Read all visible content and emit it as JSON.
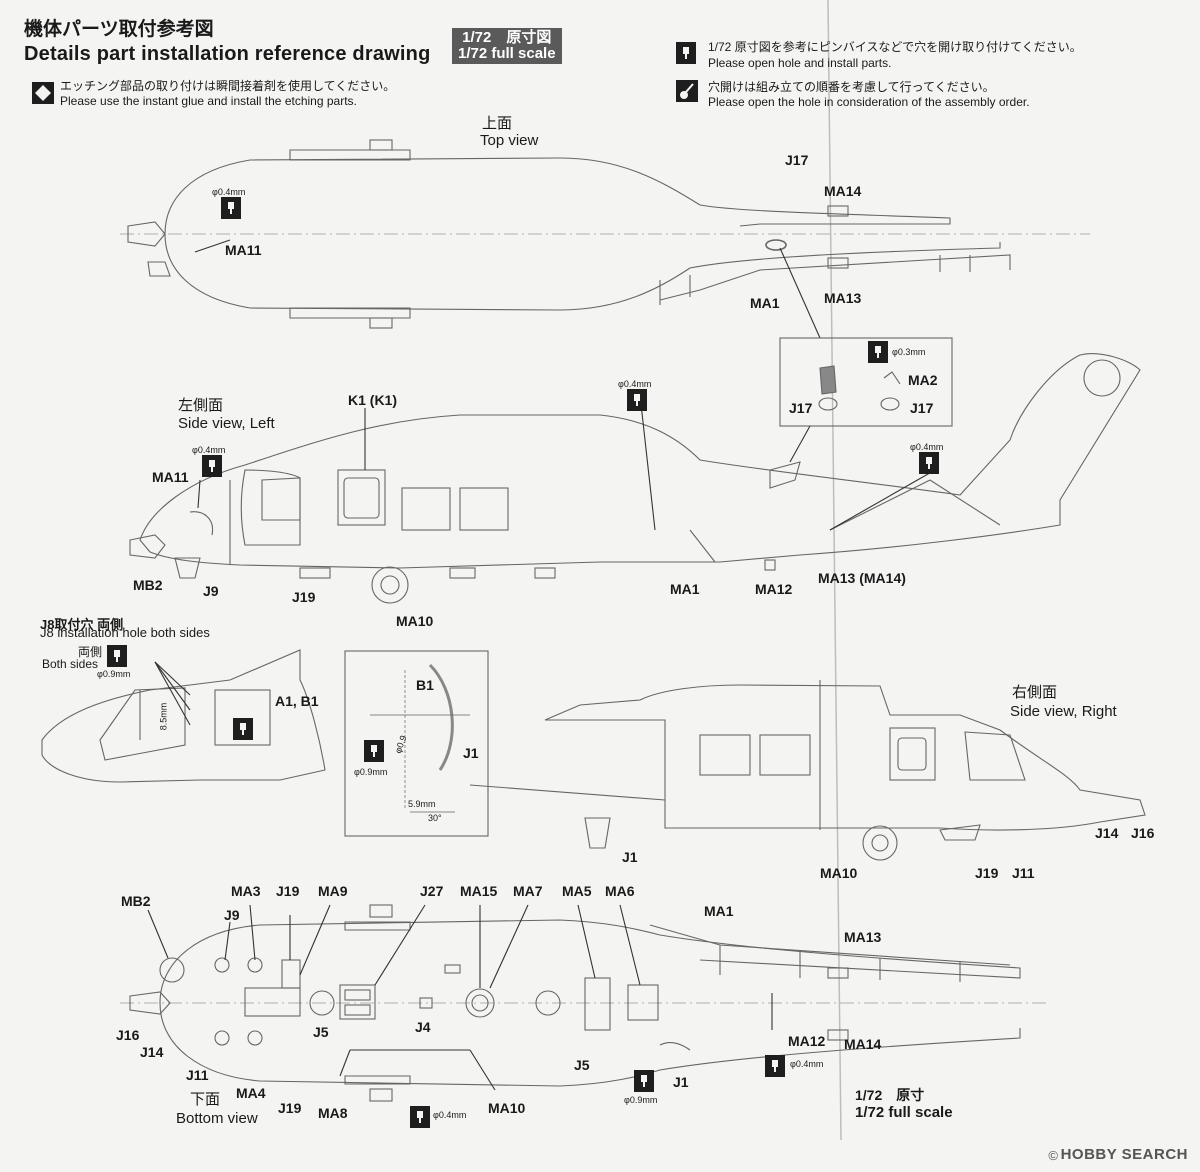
{
  "header": {
    "title_jp": "機体パーツ取付参考図",
    "title_en": "Details part installation reference drawing",
    "scale_jp": "1/72　原寸図",
    "scale_en": "1/72 full scale"
  },
  "notes": {
    "glue_jp": "エッチング部品の取り付けは瞬間接着剤を使用してください。",
    "glue_en": "Please use the instant glue and install the etching parts.",
    "drill_jp": "1/72 原寸図を参考にピンバイスなどで穴を開け取り付けてください。",
    "drill_en": "Please open hole and install parts.",
    "order_jp": "穴開けは組み立ての順番を考慮して行ってください。",
    "order_en": "Please open the hole in consideration of the assembly order."
  },
  "views": {
    "top_jp": "上面",
    "top_en": "Top view",
    "left_jp": "左側面",
    "left_en": "Side view, Left",
    "right_jp": "右側面",
    "right_en": "Side view, Right",
    "bottom_jp": "下面",
    "bottom_en": "Bottom view"
  },
  "j8": {
    "jp": "J8取付穴 両側",
    "en": "J8 installation hole both sides",
    "both_jp": "両側",
    "both_en": "Both sides"
  },
  "dims": {
    "d04": "φ0.4mm",
    "d03": "φ0.3mm",
    "d09": "φ0.9mm",
    "h85": "8.5mm",
    "w59": "5.9mm",
    "ang30": "30°",
    "p09": "φ0.9"
  },
  "labels": {
    "top": [
      "J17",
      "MA14",
      "MA11",
      "MA1",
      "MA13"
    ],
    "detail": [
      "MA2",
      "J17",
      "J17"
    ],
    "left": [
      "K1 (K1)",
      "MA11",
      "MB2",
      "J9",
      "J19",
      "MA10",
      "MA1",
      "MA12",
      "MA13 (MA14)"
    ],
    "a1b1": "A1, B1",
    "j1box": [
      "B1",
      "J1",
      "J1"
    ],
    "right": [
      "J14",
      "J16",
      "MA10",
      "J19",
      "J11"
    ],
    "bottom": [
      "MB2",
      "MA3",
      "J19",
      "MA9",
      "J27",
      "MA15",
      "MA7",
      "MA5",
      "MA6",
      "MA1",
      "J9",
      "MA13",
      "J16",
      "J14",
      "J5",
      "J4",
      "J5",
      "MA12",
      "MA14",
      "J11",
      "MA4",
      "J19",
      "MA8",
      "MA10",
      "J1"
    ]
  },
  "bottom_scale": {
    "jp": "1/72　原寸",
    "en": "1/72 full scale"
  },
  "footer": {
    "copyright": "©",
    "brand": "HOBBY SEARCH"
  },
  "colors": {
    "ink": "#1a1a1a",
    "line": "#555555",
    "paper": "#f4f4f2",
    "scale_bg": "#5a5a5a",
    "footer_bg": "#ffffff"
  }
}
